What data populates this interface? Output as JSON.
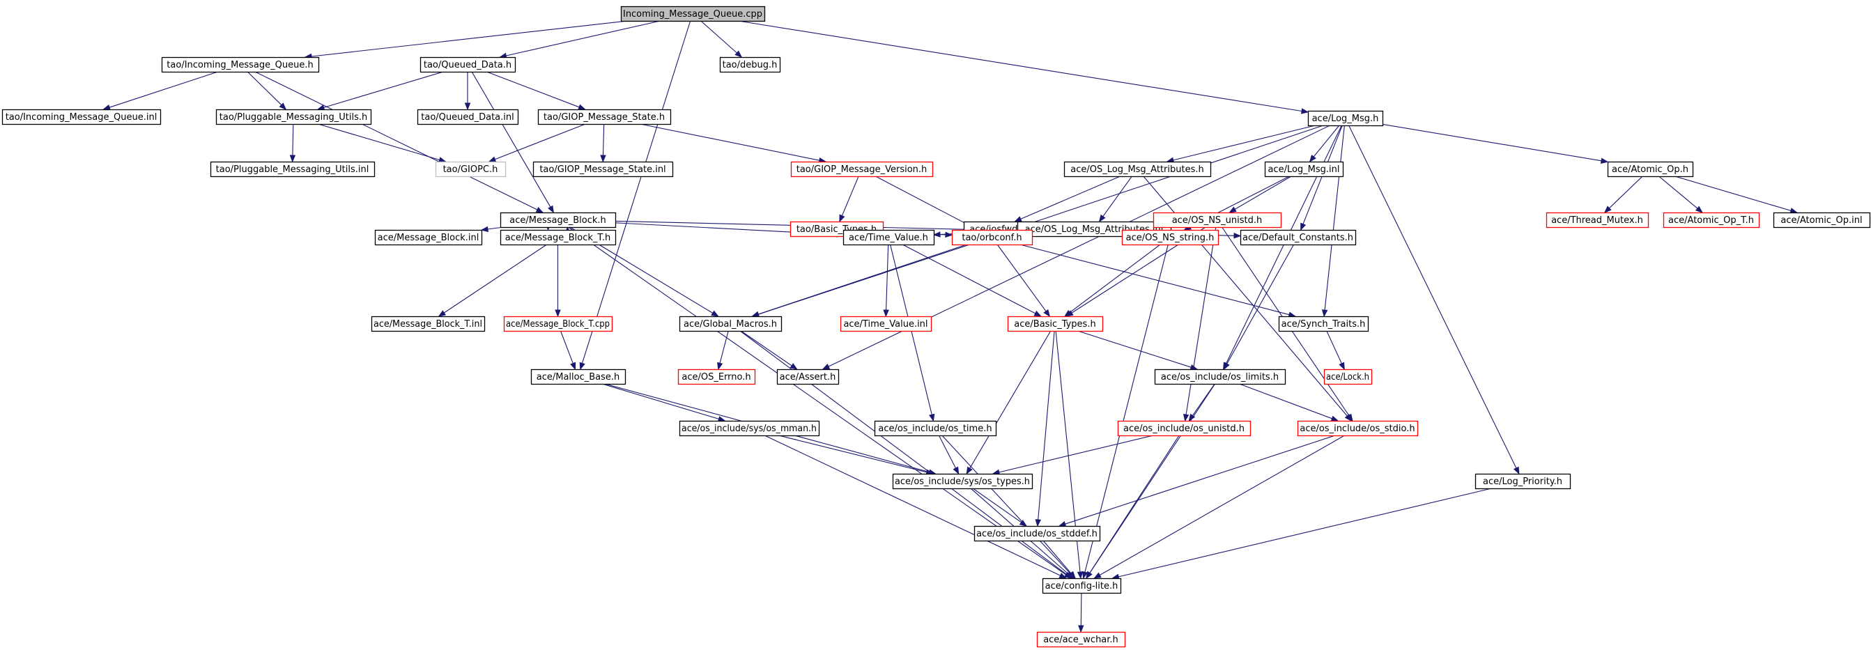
{
  "colors": {
    "edge": "#191970",
    "node_border": "#000000",
    "missing_border": "#ff0000",
    "muted_border": "#bfbfbf",
    "root_fill": "#bfbfbf",
    "node_fill": "#ffffff"
  },
  "nodes": [
    {
      "id": "root",
      "label": "Incoming_Message_Queue.cpp",
      "style": "root"
    },
    {
      "id": "imq_h",
      "label": "tao/Incoming_Message_Queue.h",
      "style": "normal"
    },
    {
      "id": "qd_h",
      "label": "tao/Queued_Data.h",
      "style": "normal"
    },
    {
      "id": "debug_h",
      "label": "tao/debug.h",
      "style": "normal"
    },
    {
      "id": "logmsg_h",
      "label": "ace/Log_Msg.h",
      "style": "normal"
    },
    {
      "id": "imq_inl",
      "label": "tao/Incoming_Message_Queue.inl",
      "style": "normal"
    },
    {
      "id": "pmu_h",
      "label": "tao/Pluggable_Messaging_Utils.h",
      "style": "normal"
    },
    {
      "id": "qd_inl",
      "label": "tao/Queued_Data.inl",
      "style": "normal"
    },
    {
      "id": "gms_h",
      "label": "tao/GIOP_Message_State.h",
      "style": "normal"
    },
    {
      "id": "pmu_inl",
      "label": "tao/Pluggable_Messaging_Utils.inl",
      "style": "normal"
    },
    {
      "id": "giopc_h",
      "label": "tao/GIOPC.h",
      "style": "muted"
    },
    {
      "id": "gms_inl",
      "label": "tao/GIOP_Message_State.inl",
      "style": "normal"
    },
    {
      "id": "gmv_h",
      "label": "tao/GIOP_Message_Version.h",
      "style": "missing"
    },
    {
      "id": "olma_h",
      "label": "ace/OS_Log_Msg_Attributes.h",
      "style": "normal"
    },
    {
      "id": "logmsg_inl",
      "label": "ace/Log_Msg.inl",
      "style": "normal"
    },
    {
      "id": "atomic_h",
      "label": "ace/Atomic_Op.h",
      "style": "normal"
    },
    {
      "id": "taobt_h",
      "label": "tao/Basic_Types.h",
      "style": "missing"
    },
    {
      "id": "iosfwd_h",
      "label": "ace/iosfwd.h",
      "style": "normal"
    },
    {
      "id": "olma_inl",
      "label": "ace/OS_Log_Msg_Attributes.inl",
      "style": "normal"
    },
    {
      "id": "osnsunistd_h",
      "label": "ace/OS_NS_unistd.h",
      "style": "missing"
    },
    {
      "id": "threadmutex_h",
      "label": "ace/Thread_Mutex.h",
      "style": "missing"
    },
    {
      "id": "atomict_h",
      "label": "ace/Atomic_Op_T.h",
      "style": "missing"
    },
    {
      "id": "atomic_inl",
      "label": "ace/Atomic_Op.inl",
      "style": "normal"
    },
    {
      "id": "mb_h",
      "label": "ace/Message_Block.h",
      "style": "normal"
    },
    {
      "id": "mb_inl",
      "label": "ace/Message_Block.inl",
      "style": "normal"
    },
    {
      "id": "mbt_h",
      "label": "ace/Message_Block_T.h",
      "style": "normal"
    },
    {
      "id": "tv_h",
      "label": "ace/Time_Value.h",
      "style": "normal"
    },
    {
      "id": "orbconf_h",
      "label": "tao/orbconf.h",
      "style": "missing"
    },
    {
      "id": "osnsstring_h",
      "label": "ace/OS_NS_string.h",
      "style": "missing"
    },
    {
      "id": "defconst_h",
      "label": "ace/Default_Constants.h",
      "style": "normal"
    },
    {
      "id": "mbt_inl",
      "label": "ace/Message_Block_T.inl",
      "style": "normal"
    },
    {
      "id": "mbt_cpp",
      "label": "ace/Message_Block_T.cpp",
      "style": "missing"
    },
    {
      "id": "gm_h",
      "label": "ace/Global_Macros.h",
      "style": "normal"
    },
    {
      "id": "tv_inl",
      "label": "ace/Time_Value.inl",
      "style": "missing"
    },
    {
      "id": "acebt_h",
      "label": "ace/Basic_Types.h",
      "style": "missing"
    },
    {
      "id": "synch_h",
      "label": "ace/Synch_Traits.h",
      "style": "normal"
    },
    {
      "id": "mallocb_h",
      "label": "ace/Malloc_Base.h",
      "style": "normal"
    },
    {
      "id": "oserrno_h",
      "label": "ace/OS_Errno.h",
      "style": "missing"
    },
    {
      "id": "assert_h",
      "label": "ace/Assert.h",
      "style": "normal"
    },
    {
      "id": "oslimits_h",
      "label": "ace/os_include/os_limits.h",
      "style": "normal"
    },
    {
      "id": "lock_h",
      "label": "ace/Lock.h",
      "style": "missing"
    },
    {
      "id": "osmman_h",
      "label": "ace/os_include/sys/os_mman.h",
      "style": "normal"
    },
    {
      "id": "ostime_h",
      "label": "ace/os_include/os_time.h",
      "style": "normal"
    },
    {
      "id": "osunistd_h",
      "label": "ace/os_include/os_unistd.h",
      "style": "missing"
    },
    {
      "id": "osstdio_h",
      "label": "ace/os_include/os_stdio.h",
      "style": "missing"
    },
    {
      "id": "ostypes_h",
      "label": "ace/os_include/sys/os_types.h",
      "style": "normal"
    },
    {
      "id": "logprio_h",
      "label": "ace/Log_Priority.h",
      "style": "normal"
    },
    {
      "id": "osstddef_h",
      "label": "ace/os_include/os_stddef.h",
      "style": "normal"
    },
    {
      "id": "configlite_h",
      "label": "ace/config-lite.h",
      "style": "normal"
    },
    {
      "id": "wchar_h",
      "label": "ace/ace_wchar.h",
      "style": "missing"
    }
  ],
  "edges": [
    [
      "root",
      "imq_h"
    ],
    [
      "root",
      "qd_h"
    ],
    [
      "root",
      "debug_h"
    ],
    [
      "root",
      "logmsg_h"
    ],
    [
      "root",
      "mallocb_h"
    ],
    [
      "imq_h",
      "imq_inl"
    ],
    [
      "imq_h",
      "pmu_h"
    ],
    [
      "imq_h",
      "mb_h"
    ],
    [
      "qd_h",
      "pmu_h"
    ],
    [
      "qd_h",
      "qd_inl"
    ],
    [
      "qd_h",
      "gms_h"
    ],
    [
      "qd_h",
      "mb_h"
    ],
    [
      "pmu_h",
      "pmu_inl"
    ],
    [
      "pmu_h",
      "giopc_h"
    ],
    [
      "gms_h",
      "giopc_h"
    ],
    [
      "gms_h",
      "gms_inl"
    ],
    [
      "gms_h",
      "gmv_h"
    ],
    [
      "gmv_h",
      "taobt_h"
    ],
    [
      "gmv_h",
      "orbconf_h"
    ],
    [
      "taobt_h",
      "orbconf_h"
    ],
    [
      "logmsg_h",
      "olma_h"
    ],
    [
      "logmsg_h",
      "logmsg_inl"
    ],
    [
      "logmsg_h",
      "atomic_h"
    ],
    [
      "logmsg_h",
      "logprio_h"
    ],
    [
      "logmsg_h",
      "gm_h"
    ],
    [
      "logmsg_h",
      "assert_h"
    ],
    [
      "logmsg_h",
      "defconst_h"
    ],
    [
      "logmsg_h",
      "synch_h"
    ],
    [
      "logmsg_h",
      "oslimits_h"
    ],
    [
      "olma_h",
      "iosfwd_h"
    ],
    [
      "olma_h",
      "olma_inl"
    ],
    [
      "olma_h",
      "osstdio_h"
    ],
    [
      "logmsg_inl",
      "osnsunistd_h"
    ],
    [
      "logmsg_inl",
      "osnsstring_h"
    ],
    [
      "atomic_h",
      "threadmutex_h"
    ],
    [
      "atomic_h",
      "atomict_h"
    ],
    [
      "atomic_h",
      "atomic_inl"
    ],
    [
      "osnsunistd_h",
      "tv_h"
    ],
    [
      "osnsunistd_h",
      "acebt_h"
    ],
    [
      "osnsunistd_h",
      "osunistd_h"
    ],
    [
      "osnsunistd_h",
      "osstdio_h"
    ],
    [
      "osnsunistd_h",
      "orbconf_h"
    ],
    [
      "mb_h",
      "mb_inl"
    ],
    [
      "mb_h",
      "mbt_h"
    ],
    [
      "mb_h",
      "tv_h"
    ],
    [
      "mb_h",
      "gm_h"
    ],
    [
      "mb_h",
      "defconst_h"
    ],
    [
      "mb_h",
      "configlite_h"
    ],
    [
      "mbt_h",
      "mb_h"
    ],
    [
      "mbt_h",
      "mbt_inl"
    ],
    [
      "mbt_h",
      "mbt_cpp"
    ],
    [
      "mbt_cpp",
      "mallocb_h"
    ],
    [
      "tv_h",
      "tv_inl"
    ],
    [
      "tv_h",
      "acebt_h"
    ],
    [
      "tv_h",
      "ostime_h"
    ],
    [
      "orbconf_h",
      "gm_h"
    ],
    [
      "orbconf_h",
      "acebt_h"
    ],
    [
      "orbconf_h",
      "synch_h"
    ],
    [
      "osnsstring_h",
      "acebt_h"
    ],
    [
      "osnsstring_h",
      "configlite_h"
    ],
    [
      "defconst_h",
      "oslimits_h"
    ],
    [
      "gm_h",
      "oserrno_h"
    ],
    [
      "gm_h",
      "assert_h"
    ],
    [
      "gm_h",
      "configlite_h"
    ],
    [
      "acebt_h",
      "oslimits_h"
    ],
    [
      "acebt_h",
      "ostypes_h"
    ],
    [
      "acebt_h",
      "osstddef_h"
    ],
    [
      "acebt_h",
      "configlite_h"
    ],
    [
      "synch_h",
      "lock_h"
    ],
    [
      "mallocb_h",
      "osmman_h"
    ],
    [
      "mallocb_h",
      "ostypes_h"
    ],
    [
      "oslimits_h",
      "osunistd_h"
    ],
    [
      "oslimits_h",
      "osstdio_h"
    ],
    [
      "oslimits_h",
      "configlite_h"
    ],
    [
      "osmman_h",
      "ostypes_h"
    ],
    [
      "osmman_h",
      "configlite_h"
    ],
    [
      "ostime_h",
      "ostypes_h"
    ],
    [
      "ostime_h",
      "configlite_h"
    ],
    [
      "osunistd_h",
      "ostypes_h"
    ],
    [
      "osunistd_h",
      "configlite_h"
    ],
    [
      "osstdio_h",
      "osstddef_h"
    ],
    [
      "osstdio_h",
      "configlite_h"
    ],
    [
      "ostypes_h",
      "osstddef_h"
    ],
    [
      "ostypes_h",
      "configlite_h"
    ],
    [
      "osstddef_h",
      "configlite_h"
    ],
    [
      "logprio_h",
      "configlite_h"
    ],
    [
      "configlite_h",
      "wchar_h"
    ]
  ]
}
